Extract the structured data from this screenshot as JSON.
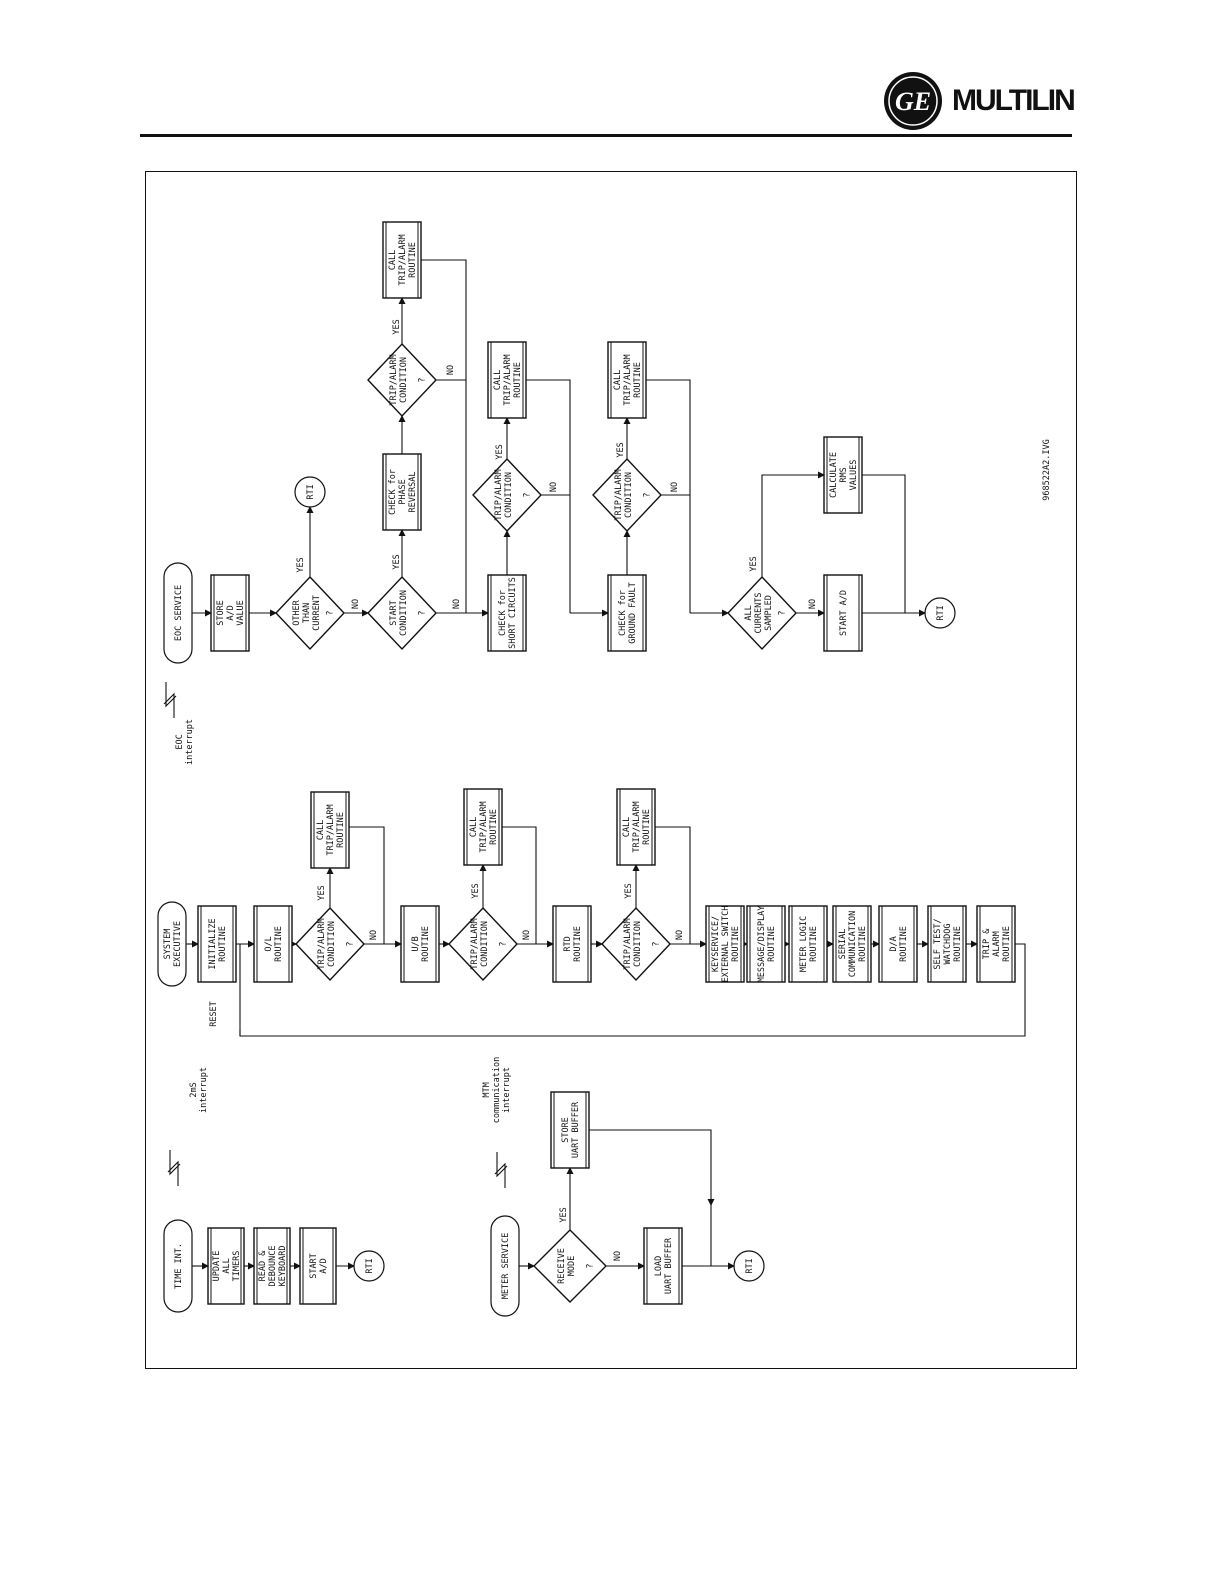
{
  "header": {
    "brand": "MULTILIN",
    "logo": "GE-logo",
    "logo_text": "GE"
  },
  "drawing_number": "968522A2.IVG",
  "labels": {
    "yes": "YES",
    "no": "NO",
    "rti": "RTI",
    "question": "?",
    "reset": "RESET",
    "eoc_interrupt": [
      "EOC",
      "interrupt"
    ],
    "twoms_interrupt": [
      "2mS",
      "interrupt"
    ],
    "mtm_interrupt": [
      "MTM",
      "communication",
      "interrupt"
    ]
  },
  "eoc_flow": {
    "start": "EOC SERVICE",
    "store": [
      "STORE",
      "A/D",
      "VALUE"
    ],
    "other_current": [
      "OTHER",
      "THAN",
      "CURRENT"
    ],
    "start_condition": [
      "START",
      "CONDITION"
    ],
    "phase_reversal": [
      "CHECK for",
      "PHASE",
      "REVERSAL"
    ],
    "trip_alarm_condition": [
      "TRIP/ALARM",
      "CONDITION"
    ],
    "call_trip_alarm": [
      "CALL",
      "TRIP/ALARM",
      "ROUTINE"
    ],
    "short_circuits": [
      "CHECK for",
      "SHORT CIRCUITS"
    ],
    "ground_fault": [
      "CHECK for",
      "GROUND FAULT"
    ],
    "all_sampled": [
      "ALL",
      "CURRENTS",
      "SAMPLED"
    ],
    "calculate_rms": [
      "CALCULATE",
      "RMS",
      "VALUES"
    ],
    "start_ad": "START A/D"
  },
  "system_flow": {
    "start": [
      "SYSTEM",
      "EXECUTIVE"
    ],
    "initialize": [
      "INITIALIZE",
      "ROUTINE"
    ],
    "ol_routine": [
      "O/L",
      "ROUTINE"
    ],
    "ub_routine": [
      "U/B",
      "ROUTINE"
    ],
    "rtd_routine": [
      "RTD",
      "ROUTINE"
    ],
    "sequence": [
      [
        "KEYSERVICE/",
        "EXTERNAL SWITCH",
        "ROUTINE"
      ],
      [
        "MESSAGE/DISPLAY",
        "ROUTINE"
      ],
      [
        "METER LOGIC",
        "ROUTINE"
      ],
      [
        "SERIAL",
        "COMMUNICATION",
        "ROUTINE"
      ],
      [
        "D/A",
        "ROUTINE"
      ],
      [
        "SELF TEST/",
        "WATCHDOG",
        "ROUTINE"
      ],
      [
        "TRIP &",
        "ALARM",
        "ROUTINE"
      ]
    ]
  },
  "timer_flow": {
    "start": "TIME INT.",
    "update_timers": [
      "UPDATE",
      "ALL",
      "TIMERS"
    ],
    "read_keyboard": [
      "READ &",
      "DEBOUNCE",
      "KEYBOARD"
    ],
    "start_ad": [
      "START",
      "A/D"
    ]
  },
  "meter_flow": {
    "start": "METER SERVICE",
    "receive_mode": [
      "RECEIVE",
      "MODE"
    ],
    "store_uart": [
      "STORE",
      "UART BUFFER"
    ],
    "load_uart": [
      "LOAD",
      "UART BUFFER"
    ]
  }
}
